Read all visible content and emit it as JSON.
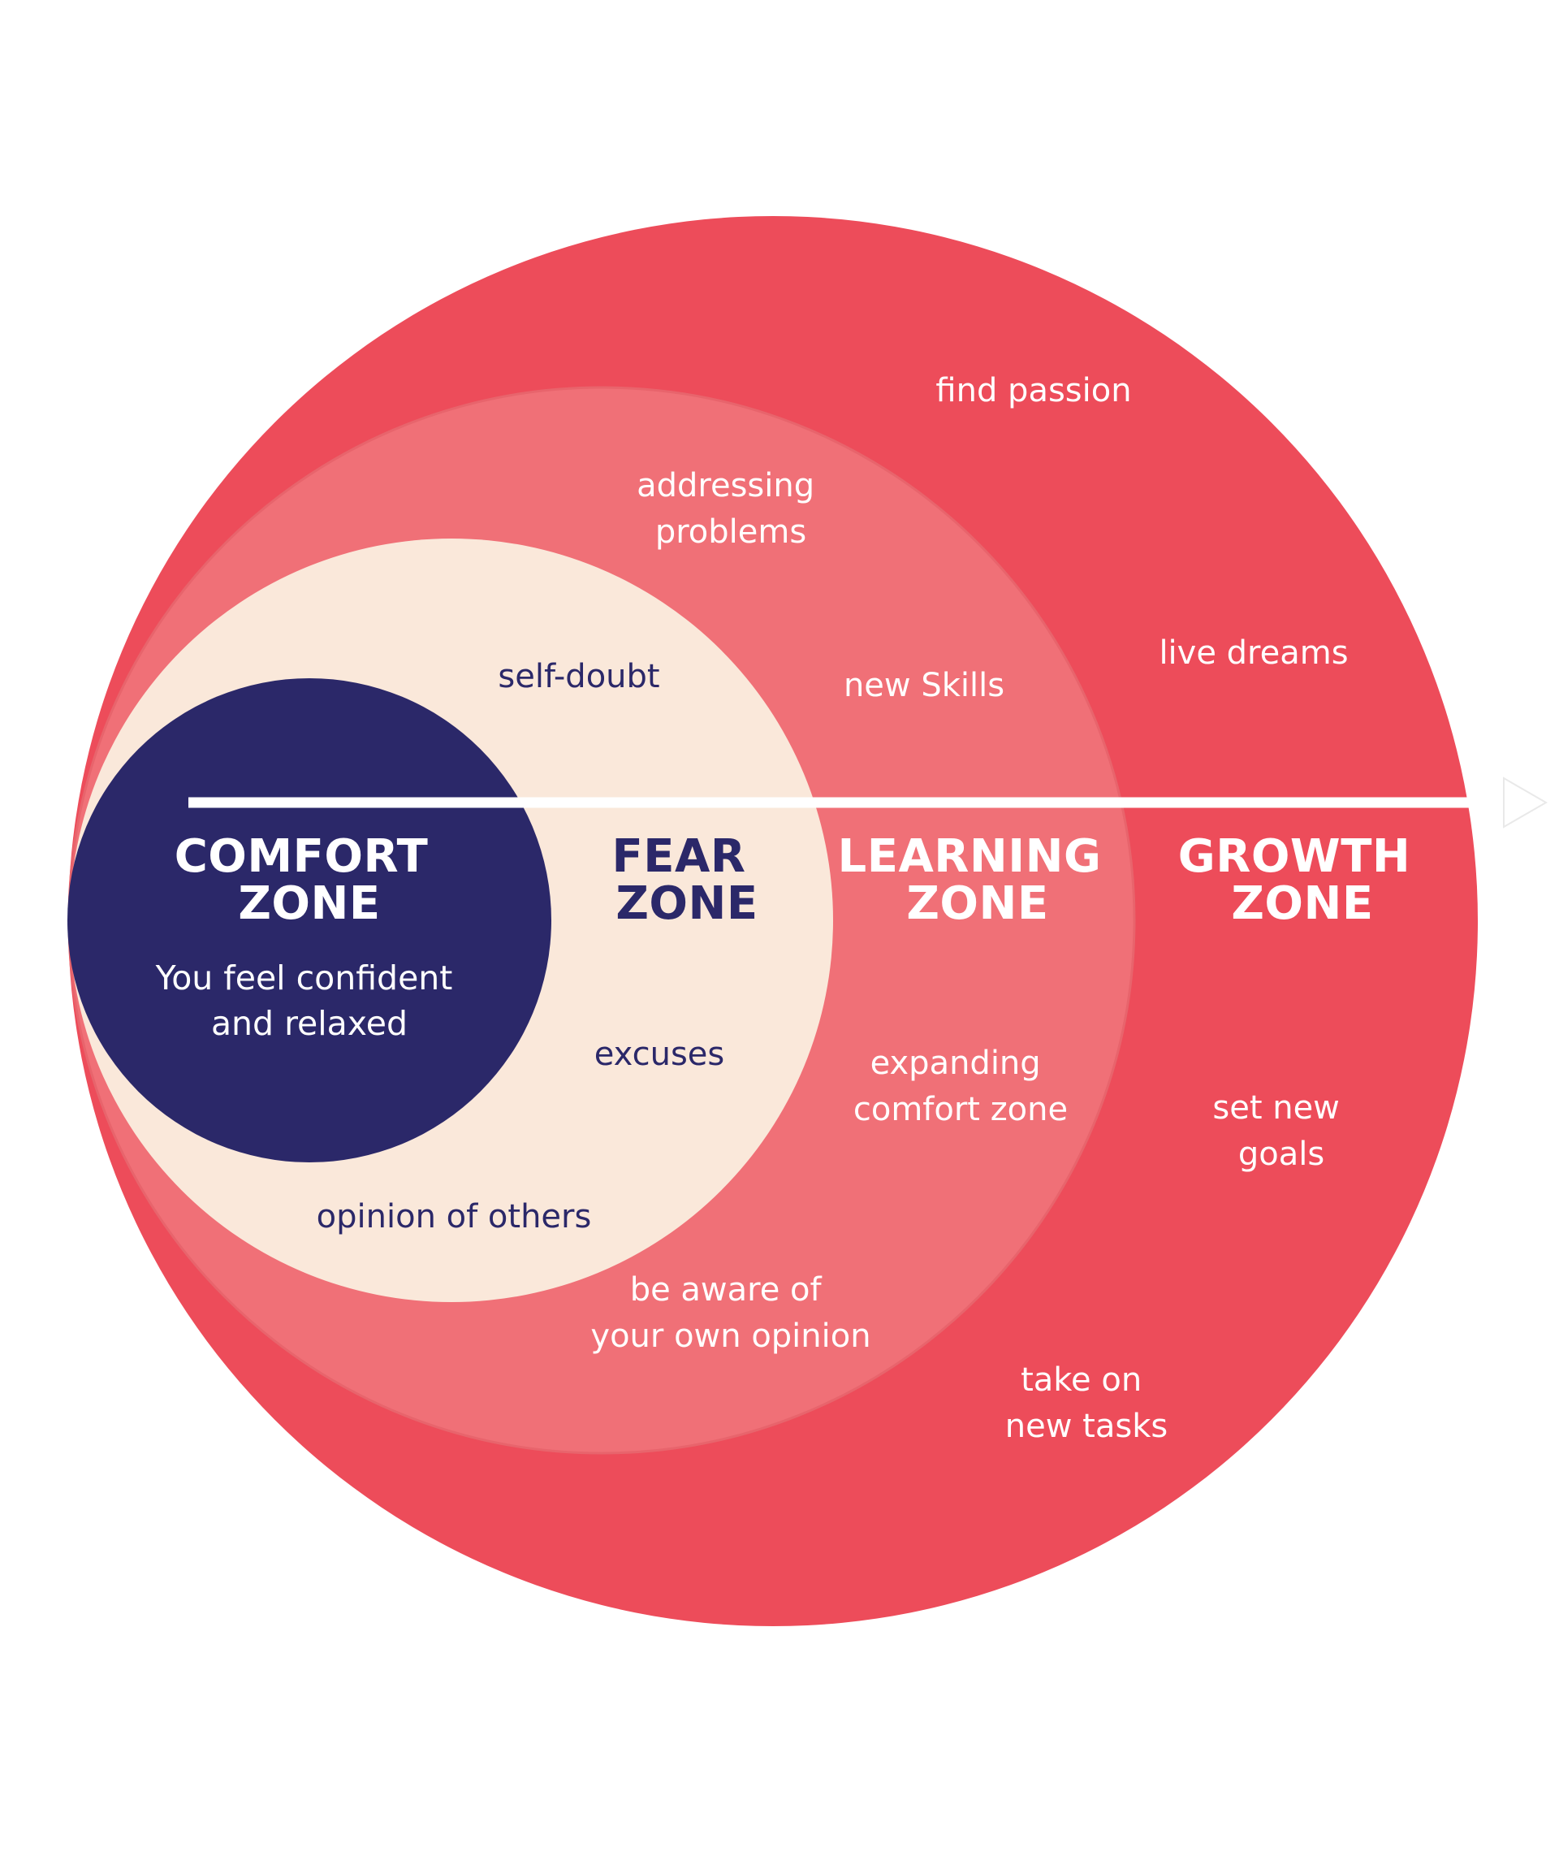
{
  "colors": {
    "growth_zone": "#ED4C5A",
    "learning_zone": "#F07077",
    "fear_zone": "#FAE8DA",
    "comfort_zone": "#2B2869",
    "arrow": "#FFFFFF",
    "dark_text": "#2B2869",
    "light_text": "#FFFFFF"
  },
  "zones": {
    "comfort": {
      "title_line1": "COMFORT",
      "title_line2": "ZONE",
      "body_line1": "You feel confident",
      "body_line2": "and relaxed"
    },
    "fear": {
      "title_line1": "FEAR",
      "title_line2": "ZONE",
      "items": {
        "self_doubt": "self-doubt",
        "excuses": "excuses",
        "opinion_of_others": "opinion of others"
      }
    },
    "learning": {
      "title_line1": "LEARNING",
      "title_line2": "ZONE",
      "items": {
        "addressing_1": "addressing",
        "addressing_2": "problems",
        "new_skills": "new Skills",
        "expanding_1": "expanding",
        "expanding_2": "comfort zone",
        "aware_1": "be aware of",
        "aware_2": "your own opinion"
      }
    },
    "growth": {
      "title_line1": "GROWTH",
      "title_line2": "ZONE",
      "items": {
        "find_passion": "find passion",
        "live_dreams": "live dreams",
        "set_goals_1": "set new",
        "set_goals_2": "goals",
        "take_on_1": "take on",
        "take_on_2": "new tasks"
      }
    }
  }
}
